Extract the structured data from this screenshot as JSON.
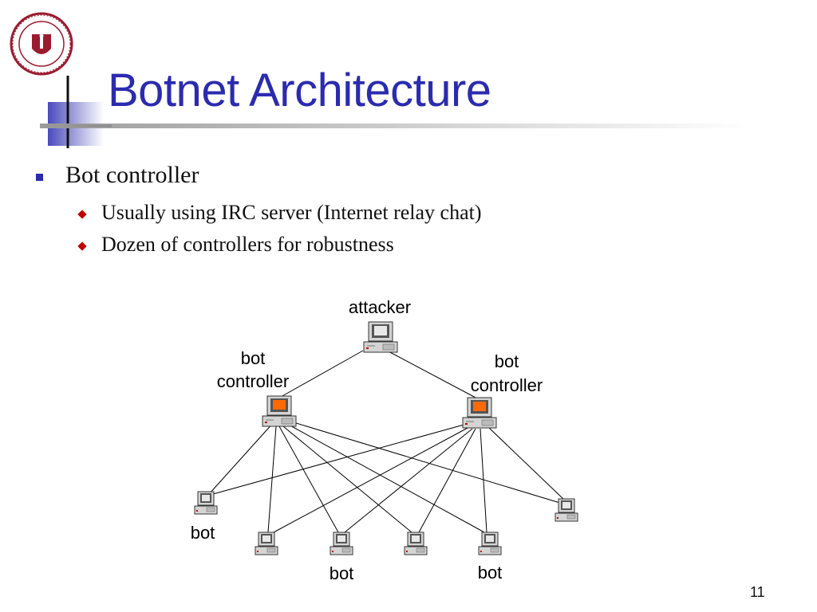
{
  "slide": {
    "title": "Botnet Architecture",
    "bullets": [
      {
        "text": "Bot controller",
        "level": 1
      },
      {
        "text": "Usually using IRC server (Internet relay chat)",
        "level": 2
      },
      {
        "text": "Dozen of controllers for robustness",
        "level": 2
      }
    ],
    "page_number": "11"
  },
  "diagram": {
    "labels": {
      "attacker": "attacker",
      "controller_left_line1": "bot",
      "controller_left_line2": "controller",
      "controller_right_line1": "bot",
      "controller_right_line2": "controller",
      "bot_left": "bot",
      "bot_bottom_1": "bot",
      "bot_bottom_2": "bot"
    },
    "nodes": [
      {
        "id": "attacker",
        "type": "computer"
      },
      {
        "id": "controller-left",
        "type": "computer"
      },
      {
        "id": "controller-right",
        "type": "computer"
      },
      {
        "id": "bot-1",
        "type": "computer"
      },
      {
        "id": "bot-2",
        "type": "computer"
      },
      {
        "id": "bot-3",
        "type": "computer"
      },
      {
        "id": "bot-4",
        "type": "computer"
      },
      {
        "id": "bot-5",
        "type": "computer"
      },
      {
        "id": "bot-6",
        "type": "computer"
      }
    ],
    "edges": [
      [
        "attacker",
        "controller-left"
      ],
      [
        "attacker",
        "controller-right"
      ],
      [
        "controller-left",
        "bot-1"
      ],
      [
        "controller-left",
        "bot-2"
      ],
      [
        "controller-left",
        "bot-3"
      ],
      [
        "controller-left",
        "bot-4"
      ],
      [
        "controller-left",
        "bot-5"
      ],
      [
        "controller-left",
        "bot-6"
      ],
      [
        "controller-right",
        "bot-1"
      ],
      [
        "controller-right",
        "bot-2"
      ],
      [
        "controller-right",
        "bot-3"
      ],
      [
        "controller-right",
        "bot-4"
      ],
      [
        "controller-right",
        "bot-5"
      ],
      [
        "controller-right",
        "bot-6"
      ]
    ]
  },
  "colors": {
    "title": "#2b2bb0",
    "accent_square": "#2b2bb0",
    "bullet_diamond": "#c00000",
    "controller_screen": "#ff6a00",
    "seal": "#9b1b30"
  }
}
